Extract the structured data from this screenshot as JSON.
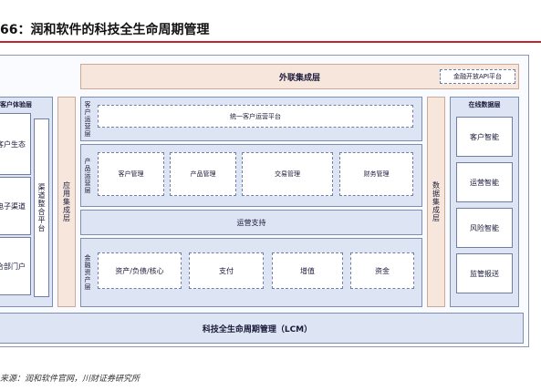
{
  "title": "66：润和软件的科技全生命周期管理",
  "top_layer": {
    "label": "外联集成层",
    "badge": "金融开放API平台"
  },
  "left_column": {
    "header": "客户体验层",
    "items": [
      "客户生态",
      "电子渠道",
      "合部门户"
    ]
  },
  "channel_platform": "渠道整合平台",
  "app_integration": "应用集成层",
  "customer_ops": {
    "side_label": "客户运营层",
    "platform": "统一客户运营平台"
  },
  "product_ops": {
    "side_label": "产品运营层",
    "items": [
      "客户管理",
      "产品管理",
      "交易管理",
      "财务管理"
    ]
  },
  "ops_support": "运营支持",
  "finance_assets": {
    "side_label": "金融资产层",
    "items": [
      "资产/负债/核心",
      "支付",
      "增值",
      "资金"
    ]
  },
  "data_integration": "数据集成层",
  "online_data": {
    "header": "在线数据层",
    "items": [
      "客户智能",
      "运营智能",
      "风险智能",
      "监管报送"
    ]
  },
  "bottom_bar": "科技全生命周期管理（LCM）",
  "source": "来源：润和软件官网，川财证券研究所"
}
